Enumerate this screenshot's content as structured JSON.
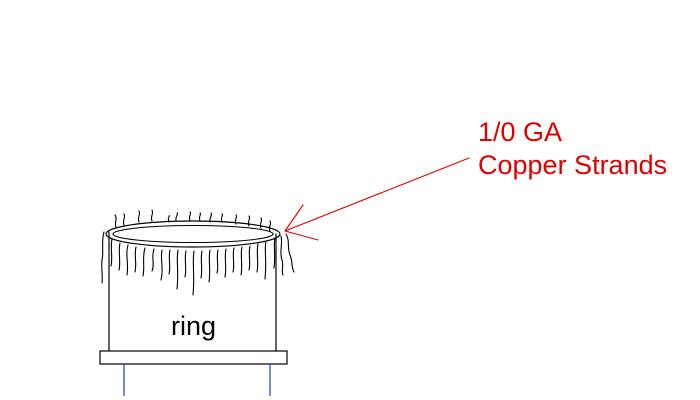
{
  "callout": {
    "line1": "1/0 GA",
    "line2": "Copper Strands",
    "color": "#e00000"
  },
  "ring": {
    "label": "ring"
  },
  "colors": {
    "ink": "#000000",
    "base_legs": "#1f3fbf",
    "background": "#ffffff"
  }
}
